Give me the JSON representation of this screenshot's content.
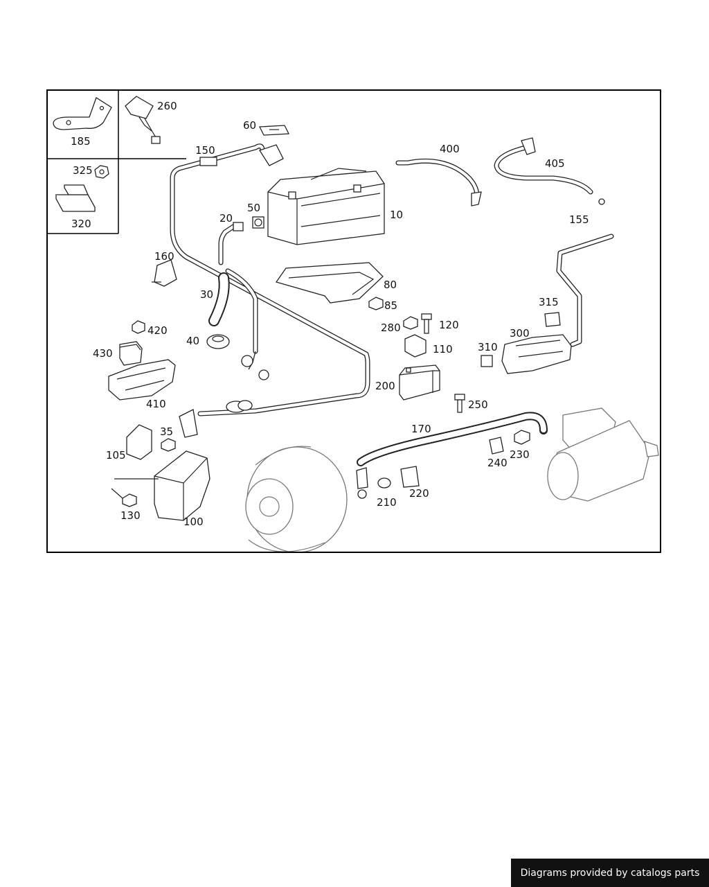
{
  "footer": {
    "text": "Diagrams provided by catalogs parts"
  },
  "diagram": {
    "labels": {
      "l185": "185",
      "l260": "260",
      "l325": "325",
      "l320": "320",
      "l60": "60",
      "l150": "150",
      "l400": "400",
      "l405": "405",
      "l20": "20",
      "l50": "50",
      "l10": "10",
      "l155": "155",
      "l160": "160",
      "l80": "80",
      "l30": "30",
      "l85": "85",
      "l315": "315",
      "l420": "420",
      "l280": "280",
      "l120": "120",
      "l300": "300",
      "l40": "40",
      "l430": "430",
      "l110": "110",
      "l310": "310",
      "l200": "200",
      "l410": "410",
      "l250": "250",
      "l35": "35",
      "l170": "170",
      "l105": "105",
      "l240": "240",
      "l230": "230",
      "l220": "220",
      "l210": "210",
      "l130": "130",
      "l100": "100"
    }
  }
}
